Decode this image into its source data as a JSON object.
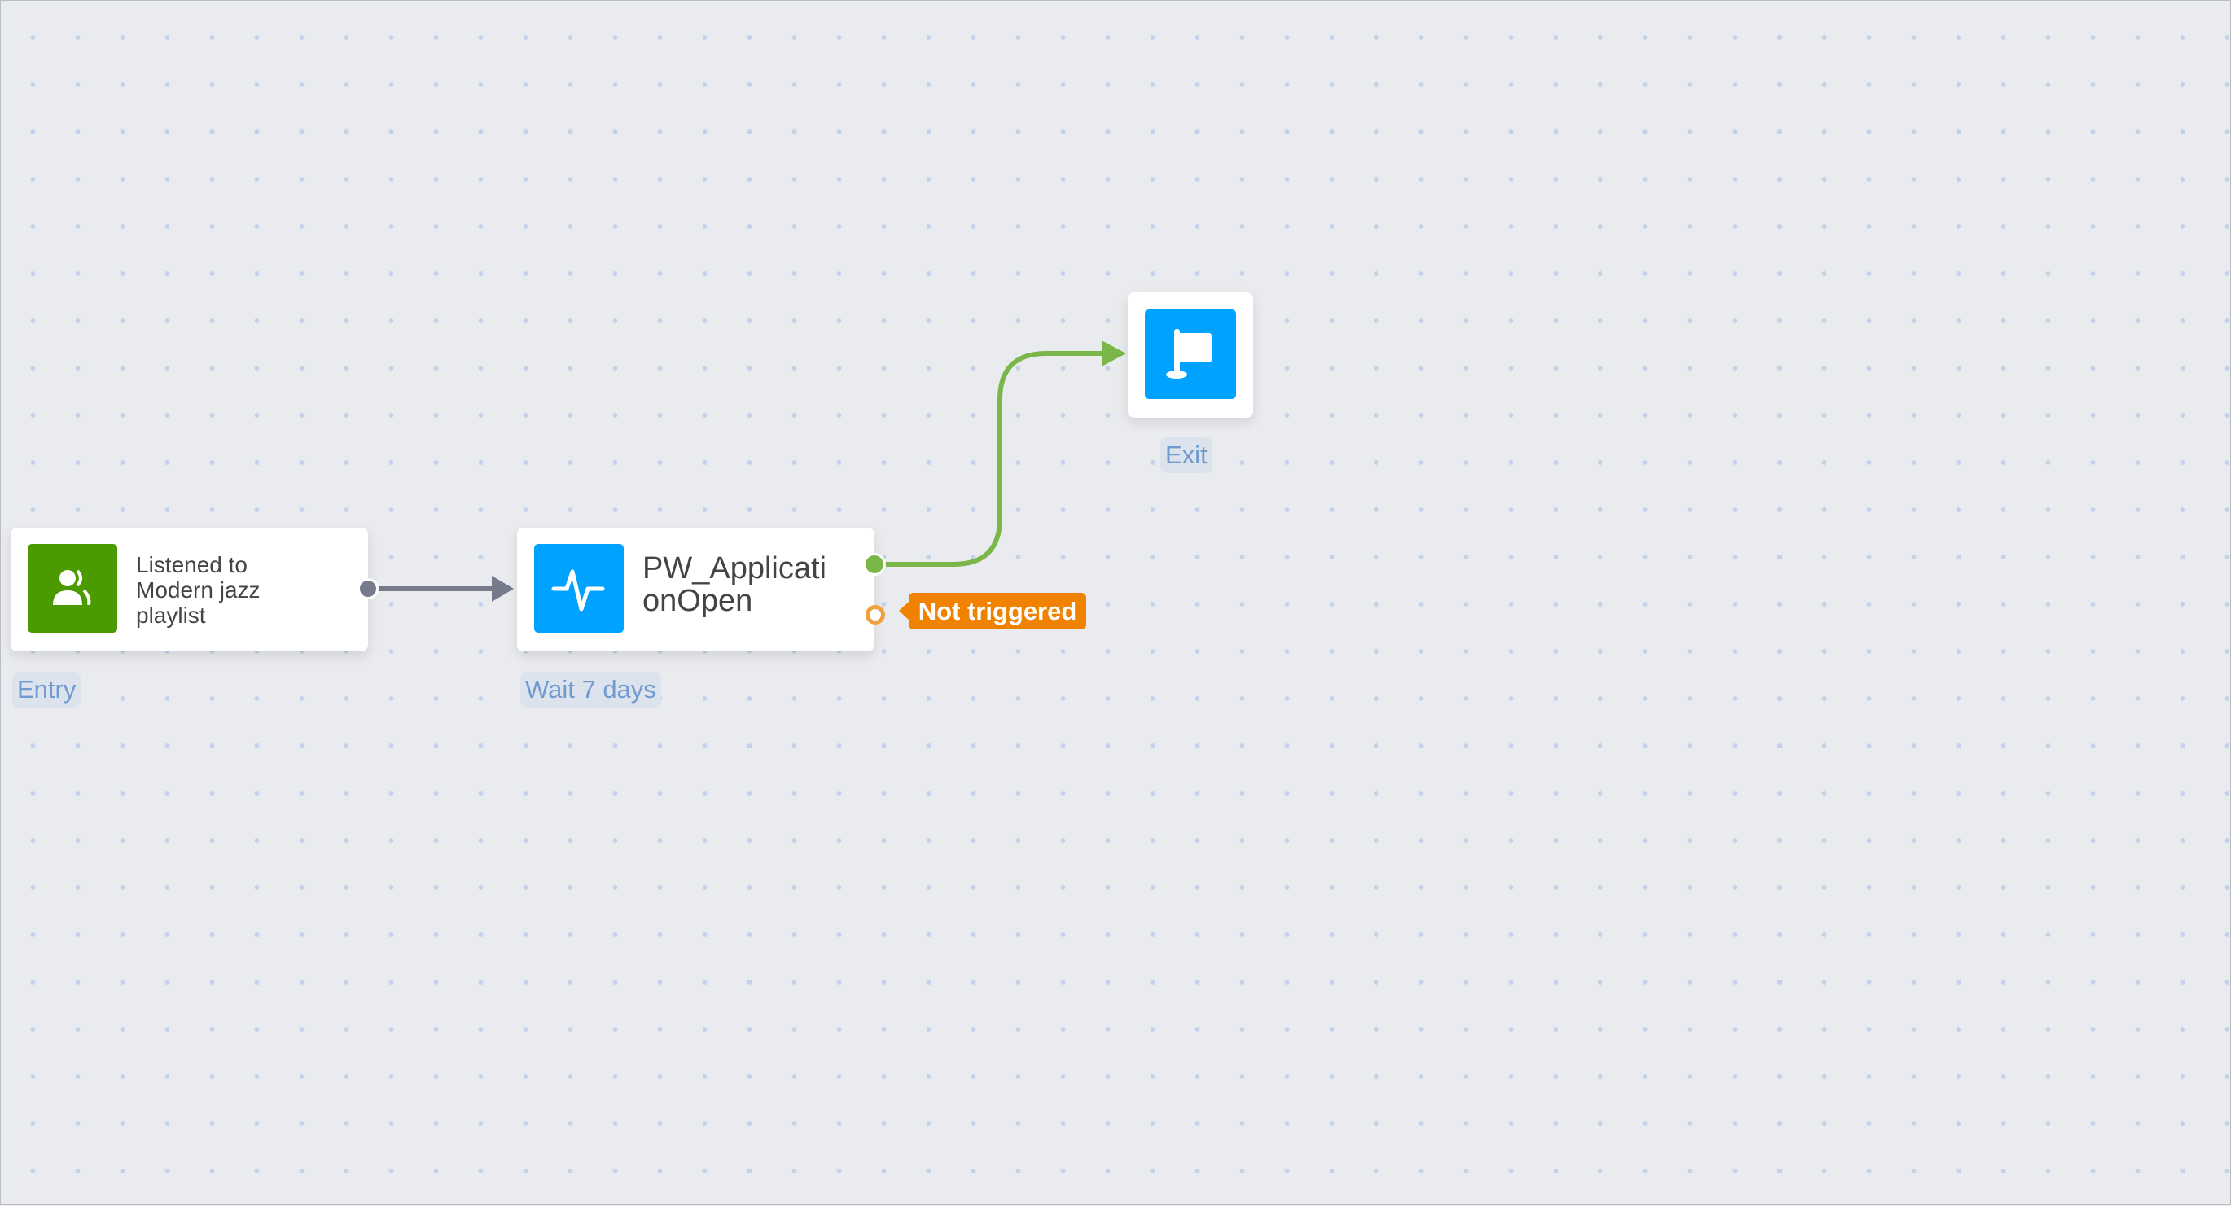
{
  "nodes": {
    "entry": {
      "title": "Listened to Modern jazz playlist",
      "label": "Entry",
      "icon": "users-icon",
      "color": "#4a9a00"
    },
    "event": {
      "title": "PW_ApplicationOpen",
      "label": "Wait 7 days",
      "icon": "pulse-icon",
      "color": "#00a2ff"
    },
    "exit": {
      "label": "Exit",
      "icon": "flag-icon",
      "color": "#00a2ff"
    }
  },
  "badge": {
    "text": "Not triggered",
    "color": "#f08200"
  },
  "colors": {
    "link_default": "#757b8a",
    "link_yes": "#7ab648",
    "port_no": "#f0a040"
  }
}
